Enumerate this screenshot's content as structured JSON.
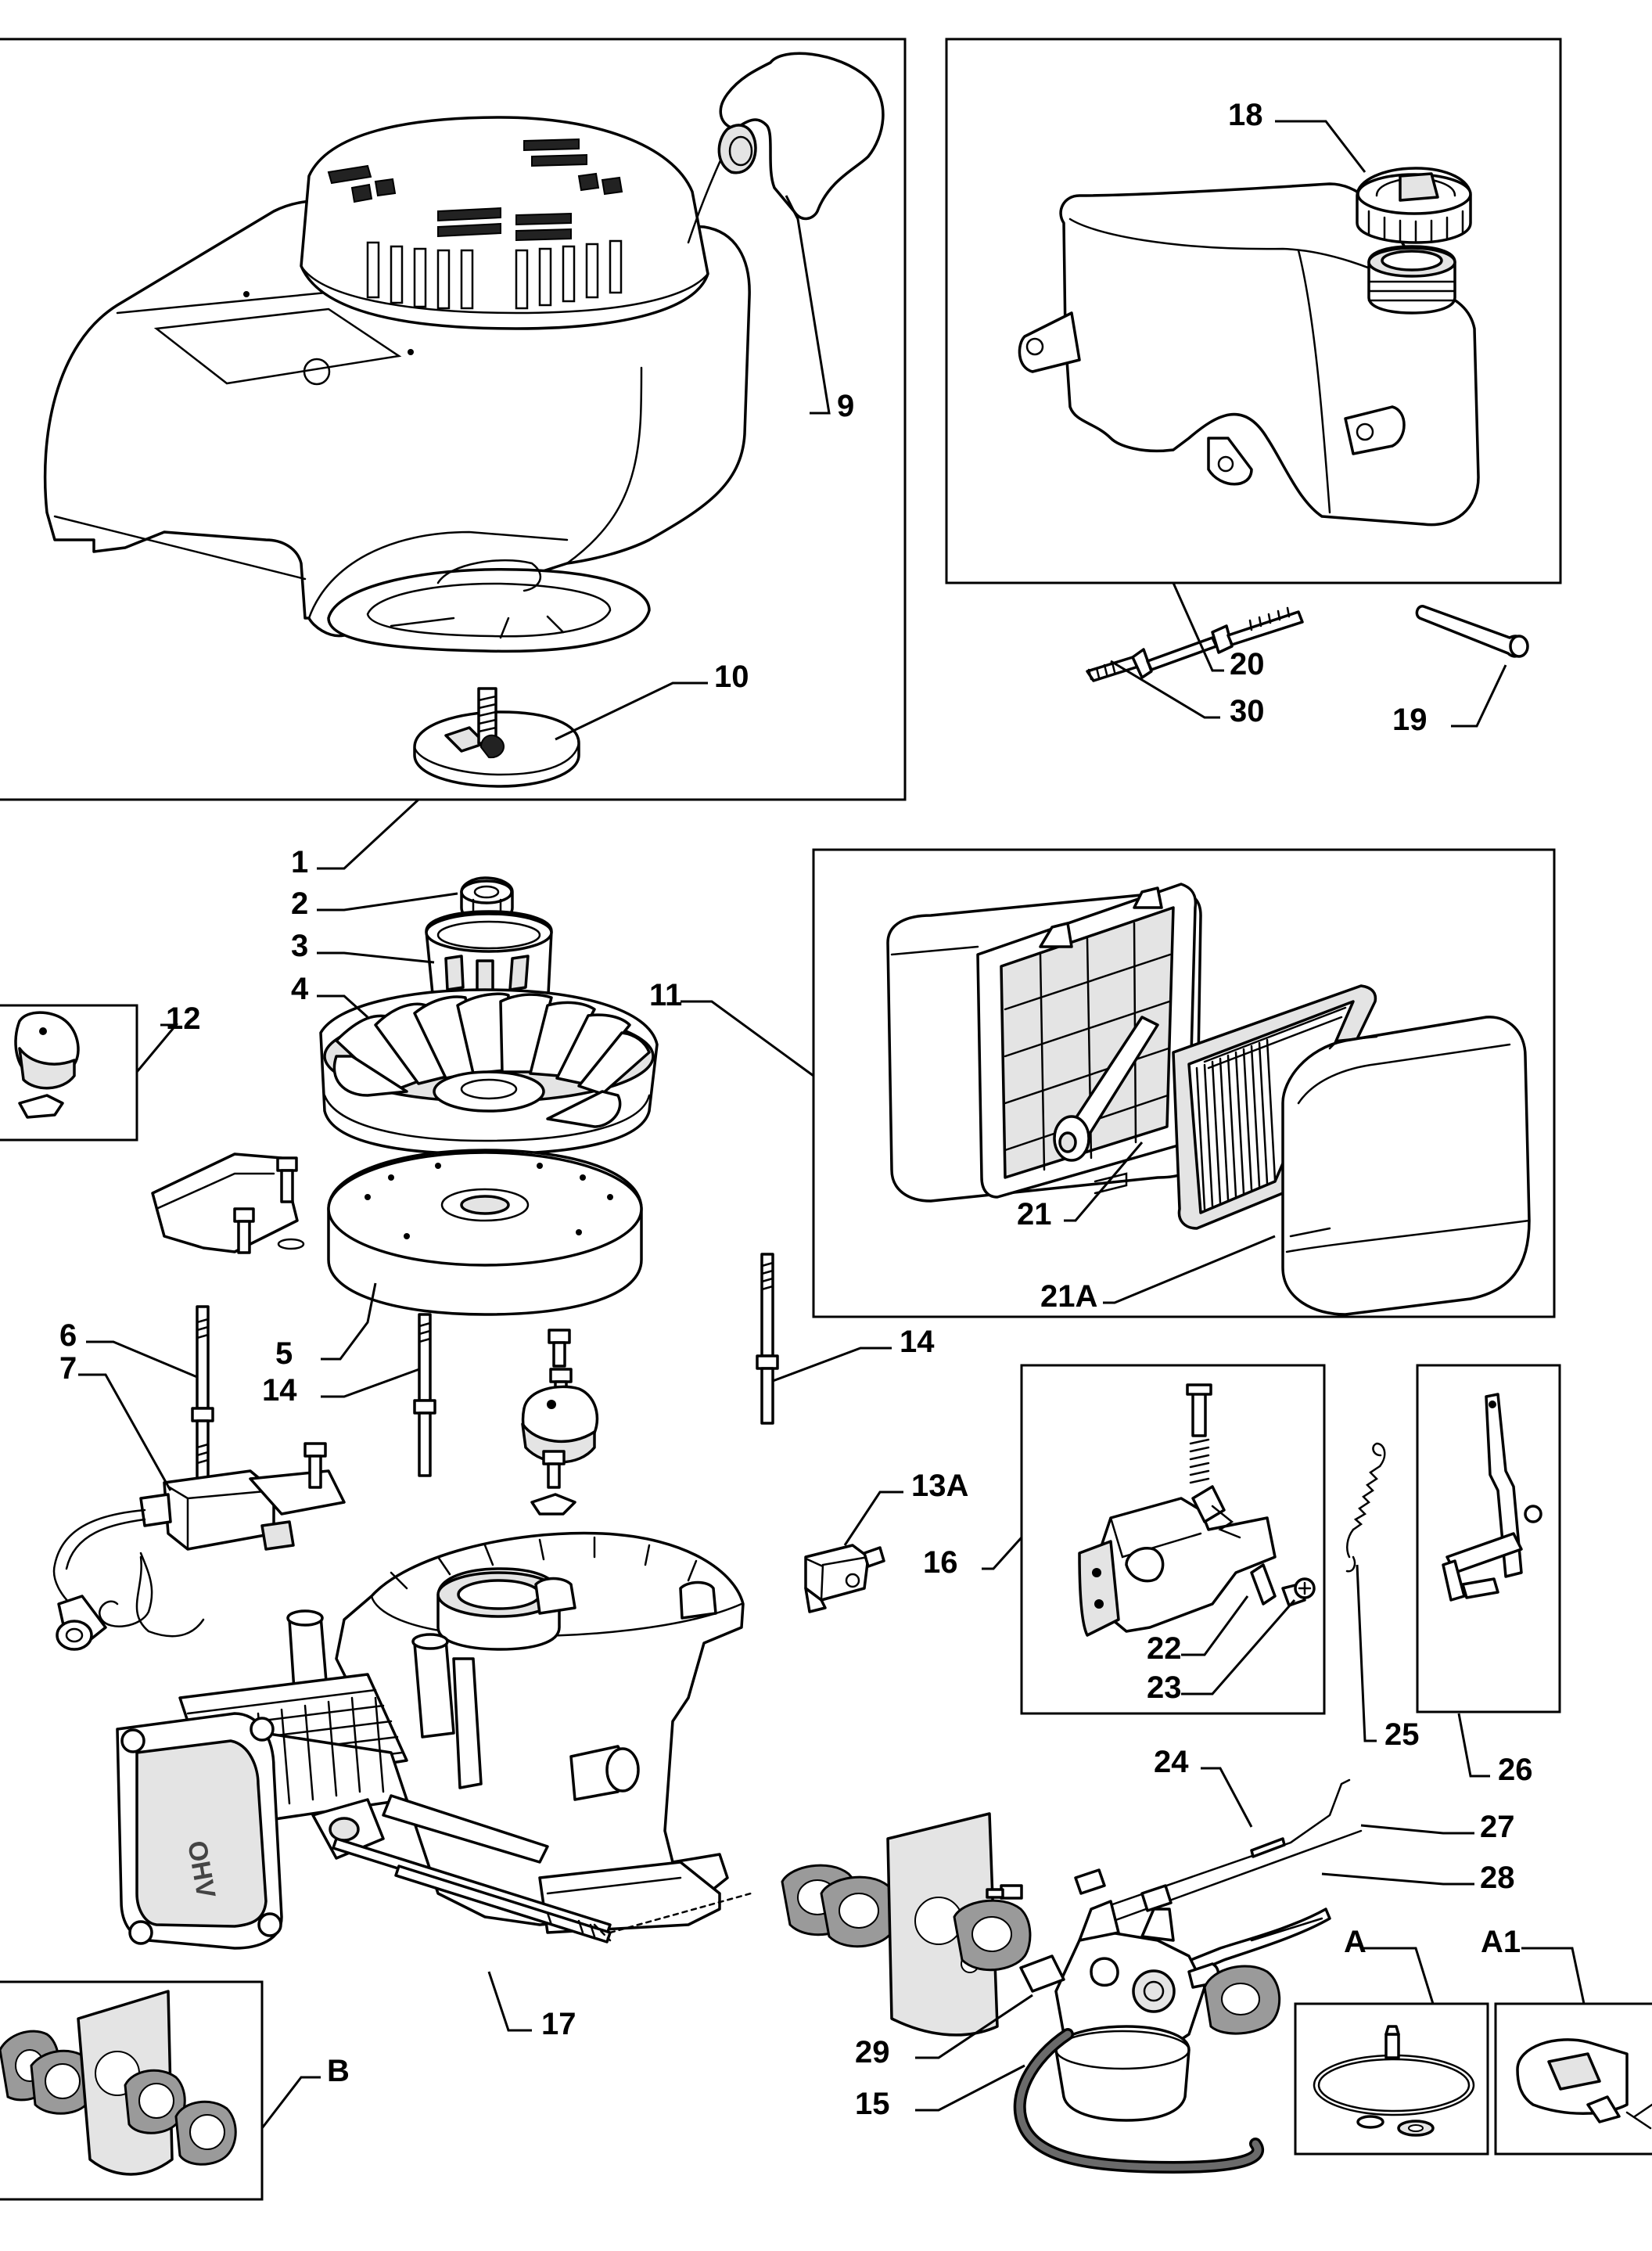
{
  "labels": {
    "p1": "1",
    "p2": "2",
    "p3": "3",
    "p4": "4",
    "p5": "5",
    "p6": "6",
    "p7": "7",
    "p9": "9",
    "p10": "10",
    "p11": "11",
    "p12": "12",
    "p13A": "13A",
    "p14a": "14",
    "p14b": "14",
    "p15": "15",
    "p16": "16",
    "p17": "17",
    "p18": "18",
    "p19": "19",
    "p20": "20",
    "p21": "21",
    "p21A": "21A",
    "p22": "22",
    "p23": "23",
    "p24": "24",
    "p25": "25",
    "p26": "26",
    "p27": "27",
    "p28": "28",
    "p29": "29",
    "p30": "30",
    "pA": "A",
    "pA1": "A1",
    "pB": "B"
  },
  "logo_text": "OHV"
}
